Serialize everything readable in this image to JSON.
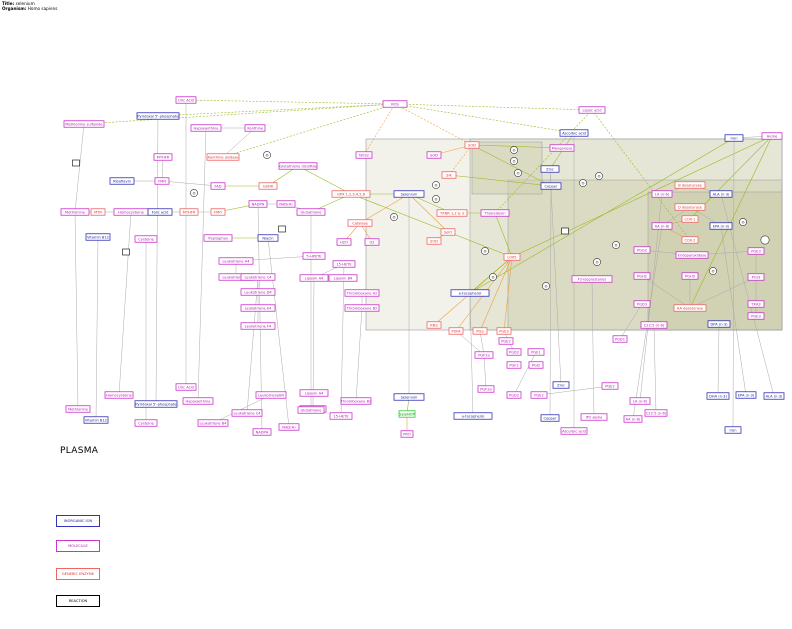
{
  "header": {
    "title_label": "Title:",
    "title_value": "selenium",
    "organism_label": "Organism:",
    "organism_value": "Homo sapiens"
  },
  "plasma_label": "PLASMA",
  "legend": [
    {
      "label": "INORGANIC ION",
      "type": "ion"
    },
    {
      "label": "MOLECULE",
      "type": "molecule"
    },
    {
      "label": "GENERIC ENZYME",
      "type": "enzyme"
    },
    {
      "label": "REACTION",
      "type": "reaction"
    }
  ],
  "colors": {
    "molecule": "#cc33cc",
    "inorganic_ion": "#3333bb",
    "generic_enzyme": "#ee6666",
    "reaction": "#000000",
    "edge_green": "#99bb22",
    "edge_orange": "#f0a040",
    "compartment": "#d8d8c4"
  },
  "nodes": [
    {
      "id": "uric1",
      "label": "Uric Acid",
      "type": "molecule"
    },
    {
      "id": "ros",
      "label": "ROS",
      "type": "molecule"
    },
    {
      "id": "lipoic",
      "label": "Lipoic acid",
      "type": "molecule"
    },
    {
      "id": "methion_sulf",
      "label": "Methionine sulfoxide",
      "type": "molecule"
    },
    {
      "id": "pyr5p",
      "label": "Pyridoxal 5'-phosphate",
      "type": "ion"
    },
    {
      "id": "hypox1",
      "label": "Hypoxanthine",
      "type": "molecule"
    },
    {
      "id": "xanth",
      "label": "Xanthine",
      "type": "molecule"
    },
    {
      "id": "ascorbic",
      "label": "Ascorbic acid",
      "type": "ion"
    },
    {
      "id": "iron",
      "label": "Iron",
      "type": "ion"
    },
    {
      "id": "heme",
      "label": "Heme",
      "type": "molecule"
    },
    {
      "id": "sod",
      "label": "SOD",
      "type": "enzyme"
    },
    {
      "id": "manganese",
      "label": "Manganese",
      "type": "molecule"
    },
    {
      "id": "mthfr_mol",
      "label": "MTHFR",
      "type": "molecule"
    },
    {
      "id": "xox",
      "label": "Xanthine oxidase",
      "type": "enzyme"
    },
    {
      "id": "nos2",
      "label": "NOS2",
      "type": "molecule"
    },
    {
      "id": "zinc1",
      "label": "Zinc",
      "type": "ion"
    },
    {
      "id": "glut_disulf",
      "label": "Glutathione disulfide",
      "type": "molecule"
    },
    {
      "id": "riboflavin",
      "label": "Riboflavin",
      "type": "ion"
    },
    {
      "id": "fmn",
      "label": "FMN",
      "type": "molecule"
    },
    {
      "id": "gshr",
      "label": "GSHR",
      "type": "enzyme"
    },
    {
      "id": "fad",
      "label": "FAD",
      "type": "molecule"
    },
    {
      "id": "gpx",
      "label": "GPX 1,2,3,4,5,6",
      "type": "enzyme"
    },
    {
      "id": "selenium1",
      "label": "Selenium",
      "type": "ion"
    },
    {
      "id": "sik",
      "label": "SiK",
      "type": "enzyme"
    },
    {
      "id": "copper1",
      "label": "Copper",
      "type": "ion"
    },
    {
      "id": "b_desat",
      "label": "B desaturase",
      "type": "enzyme"
    },
    {
      "id": "la_n6",
      "label": "LA (n-6)",
      "type": "molecule"
    },
    {
      "id": "ala_n3",
      "label": "ALA (n-3)",
      "type": "ion"
    },
    {
      "id": "methionine",
      "label": "Methionine",
      "type": "molecule"
    },
    {
      "id": "mtr",
      "label": "MTR",
      "type": "enzyme"
    },
    {
      "id": "homocys",
      "label": "Homocysteine",
      "type": "molecule"
    },
    {
      "id": "folic",
      "label": "Folic acid",
      "type": "ion"
    },
    {
      "id": "mthfr_enz",
      "label": "MTHFR",
      "type": "enzyme"
    },
    {
      "id": "fmo",
      "label": "FMO",
      "type": "enzyme"
    },
    {
      "id": "nadph",
      "label": "NADPH",
      "type": "molecule"
    },
    {
      "id": "nadh",
      "label": "NAD(H)",
      "type": "molecule"
    },
    {
      "id": "glutathione",
      "label": "Glutathione",
      "type": "molecule"
    },
    {
      "id": "txnrd",
      "label": "TXNR 1,2 & 3",
      "type": "enzyme"
    },
    {
      "id": "thioredoxin",
      "label": "Thioredoxin",
      "type": "molecule"
    },
    {
      "id": "d_desat",
      "label": "D desaturase",
      "type": "enzyme"
    },
    {
      "id": "aa_n6",
      "label": "AA (n-6)",
      "type": "molecule"
    },
    {
      "id": "epa_n3",
      "label": "EPA (n-3)",
      "type": "ion"
    },
    {
      "id": "catalase",
      "label": "Catalase",
      "type": "enzyme"
    },
    {
      "id": "selo",
      "label": "SelO",
      "type": "enzyme"
    },
    {
      "id": "vitb12_1",
      "label": "Vitamin B12",
      "type": "ion"
    },
    {
      "id": "cysteine1",
      "label": "Cysteine",
      "type": "molecule"
    },
    {
      "id": "tryptophan",
      "label": "Tryptophan",
      "type": "molecule"
    },
    {
      "id": "niacin",
      "label": "Niacin",
      "type": "ion"
    },
    {
      "id": "cox1",
      "label": "COX-1",
      "type": "enzyme"
    },
    {
      "id": "cox2",
      "label": "COX-2",
      "type": "enzyme"
    },
    {
      "id": "h2o",
      "label": "H2O",
      "type": "molecule"
    },
    {
      "id": "o2",
      "label": "O2",
      "type": "molecule"
    },
    {
      "id": "sod_r",
      "label": "SOD",
      "type": "enzyme"
    },
    {
      "id": "hete5",
      "label": "5-HPETE",
      "type": "molecule"
    },
    {
      "id": "lox5",
      "label": "LOX5",
      "type": "enzyme"
    },
    {
      "id": "pgg2",
      "label": "PGG2",
      "type": "molecule"
    },
    {
      "id": "endoperox",
      "label": "Endoperoxidase",
      "type": "molecule"
    },
    {
      "id": "pge3",
      "label": "PGE3",
      "type": "molecule"
    },
    {
      "id": "ptges",
      "label": "PTGES",
      "type": "enzyme"
    },
    {
      "id": "lta4",
      "label": "Leukotriene A4",
      "type": "molecule"
    },
    {
      "id": "ltb4",
      "label": "Leukotriene B4",
      "type": "molecule"
    },
    {
      "id": "ltc4",
      "label": "Leukotriene C4",
      "type": "molecule"
    },
    {
      "id": "lipoxin_a4",
      "label": "Lipoxin A4",
      "type": "molecule"
    },
    {
      "id": "lipoxin_b4",
      "label": "Lipoxin B4",
      "type": "molecule"
    },
    {
      "id": "hete15",
      "label": "15-HETE",
      "type": "molecule"
    },
    {
      "id": "alpha_toc",
      "label": "a-tocopherol",
      "type": "ion"
    },
    {
      "id": "f2iso",
      "label": "F2-isoprostanes",
      "type": "molecule"
    },
    {
      "id": "pgh2",
      "label": "PGH2",
      "type": "molecule"
    },
    {
      "id": "pgi3",
      "label": "PGI3",
      "type": "molecule"
    },
    {
      "id": "ltd4",
      "label": "Leukotriene D4",
      "type": "molecule"
    },
    {
      "id": "thromb_a2",
      "label": "Thromboxane A2",
      "type": "molecule"
    },
    {
      "id": "pgh3",
      "label": "PGH3",
      "type": "molecule"
    },
    {
      "id": "txa3",
      "label": "TXA3",
      "type": "molecule"
    },
    {
      "id": "lte4",
      "label": "Leukotriene E4",
      "type": "molecule"
    },
    {
      "id": "thromb_b2",
      "label": "Thromboxane B2",
      "type": "molecule"
    },
    {
      "id": "rns",
      "label": "RNS",
      "type": "enzyme"
    },
    {
      "id": "pufa",
      "label": "PUFA",
      "type": "enzyme"
    },
    {
      "id": "pgs",
      "label": "PGS",
      "type": "enzyme"
    },
    {
      "id": "pges",
      "label": "PGES",
      "type": "enzyme"
    },
    {
      "id": "pge1",
      "label": "PGE1",
      "type": "molecule"
    },
    {
      "id": "aa_desat",
      "label": "AA desaturase",
      "type": "enzyme"
    },
    {
      "id": "ltf4",
      "label": "Leukotriene F4",
      "type": "molecule"
    },
    {
      "id": "dpa_n3",
      "label": "DPA (n-3)",
      "type": "ion"
    },
    {
      "id": "c22_5",
      "label": "C22:5 (n-6)",
      "type": "molecule"
    },
    {
      "id": "pgf2a",
      "label": "PGF2a",
      "type": "molecule"
    },
    {
      "id": "pgd2",
      "label": "PGD2",
      "type": "molecule"
    },
    {
      "id": "pgd3",
      "label": "PGD3",
      "type": "molecule"
    },
    {
      "id": "zinc2",
      "label": "Zinc",
      "type": "ion"
    },
    {
      "id": "pge2b",
      "label": "PGE2",
      "type": "molecule"
    },
    {
      "id": "uric2",
      "label": "Uric Acid",
      "type": "molecule"
    },
    {
      "id": "hypox2",
      "label": "Hypoxanthine",
      "type": "molecule"
    },
    {
      "id": "lipoxin_a4b",
      "label": "Lipoxin A4",
      "type": "molecule"
    },
    {
      "id": "leukotrieneb4b",
      "label": "LeukotrieneB4",
      "type": "molecule"
    },
    {
      "id": "dha_n3a",
      "label": "DHA (n-3)",
      "type": "ion"
    },
    {
      "id": "epa_n3b",
      "label": "EPA (n-3)",
      "type": "ion"
    },
    {
      "id": "ala_n3b",
      "label": "ALA (n-3)",
      "type": "ion"
    },
    {
      "id": "la_n6b",
      "label": "LA (n-6)",
      "type": "molecule"
    },
    {
      "id": "selenium2",
      "label": "Selenium",
      "type": "ion"
    },
    {
      "id": "pgf2a_b",
      "label": "PGF2a",
      "type": "molecule"
    },
    {
      "id": "methionine2",
      "label": "Methionine",
      "type": "molecule"
    },
    {
      "id": "homocys2",
      "label": "Homocysteine",
      "type": "molecule"
    },
    {
      "id": "pyr5p_2",
      "label": "Pyridoxal 5'-phosphate",
      "type": "ion"
    },
    {
      "id": "ltc4b",
      "label": "Leukotriene C4",
      "type": "molecule"
    },
    {
      "id": "lipoxin_a4c",
      "label": "Lipoxin A4",
      "type": "molecule"
    },
    {
      "id": "glutathione2",
      "label": "Glutathione",
      "type": "molecule"
    },
    {
      "id": "hete15b",
      "label": "15-HETE",
      "type": "molecule"
    },
    {
      "id": "thromb_b2b",
      "label": "Thromboxane B2",
      "type": "molecule"
    },
    {
      "id": "selenop",
      "label": "SeleNOP",
      "type": "green"
    },
    {
      "id": "pgd2b",
      "label": "PGD2",
      "type": "molecule"
    },
    {
      "id": "pge2c",
      "label": "PGE2",
      "type": "molecule"
    },
    {
      "id": "aa_n6b",
      "label": "AA (n-6)",
      "type": "molecule"
    },
    {
      "id": "c22_5b",
      "label": "C22:5 (n-6)",
      "type": "molecule"
    },
    {
      "id": "vitb12_2",
      "label": "Vitamin B12",
      "type": "ion"
    },
    {
      "id": "cysteine2",
      "label": "Cysteine",
      "type": "molecule"
    },
    {
      "id": "leukotriene_b4c",
      "label": "Leukotriene B4",
      "type": "molecule"
    },
    {
      "id": "nadph2",
      "label": "NADPH",
      "type": "molecule"
    },
    {
      "id": "nadh2",
      "label": "NAD(H)",
      "type": "molecule"
    },
    {
      "id": "alpha_toc2",
      "label": "a-tocopherol",
      "type": "ion"
    },
    {
      "id": "copper2",
      "label": "Copper",
      "type": "ion"
    },
    {
      "id": "ascorbic2",
      "label": "Ascorbic acid",
      "type": "molecule"
    },
    {
      "id": "f2iso2",
      "label": "IP2 alpha",
      "type": "molecule"
    },
    {
      "id": "iron2",
      "label": "Iron",
      "type": "ion"
    },
    {
      "id": "pro",
      "label": "PRO",
      "type": "molecule"
    },
    {
      "id": "sod3",
      "label": "SOD",
      "type": "molecule"
    },
    {
      "id": "pge2_small",
      "label": "PGE2",
      "type": "molecule"
    },
    {
      "id": "pgf2",
      "label": "PGF2",
      "type": "molecule"
    },
    {
      "id": "pg12",
      "label": "PGI2",
      "type": "molecule"
    },
    {
      "id": "pgd1",
      "label": "PGD1",
      "type": "molecule"
    },
    {
      "id": "pge3b",
      "label": "PGE3",
      "type": "molecule"
    }
  ],
  "circles": [
    "O",
    "O",
    "O",
    "O",
    "O",
    "O",
    "O",
    "O",
    "O",
    "O",
    "O",
    "O",
    "O",
    "O",
    "O",
    "O",
    "O"
  ]
}
